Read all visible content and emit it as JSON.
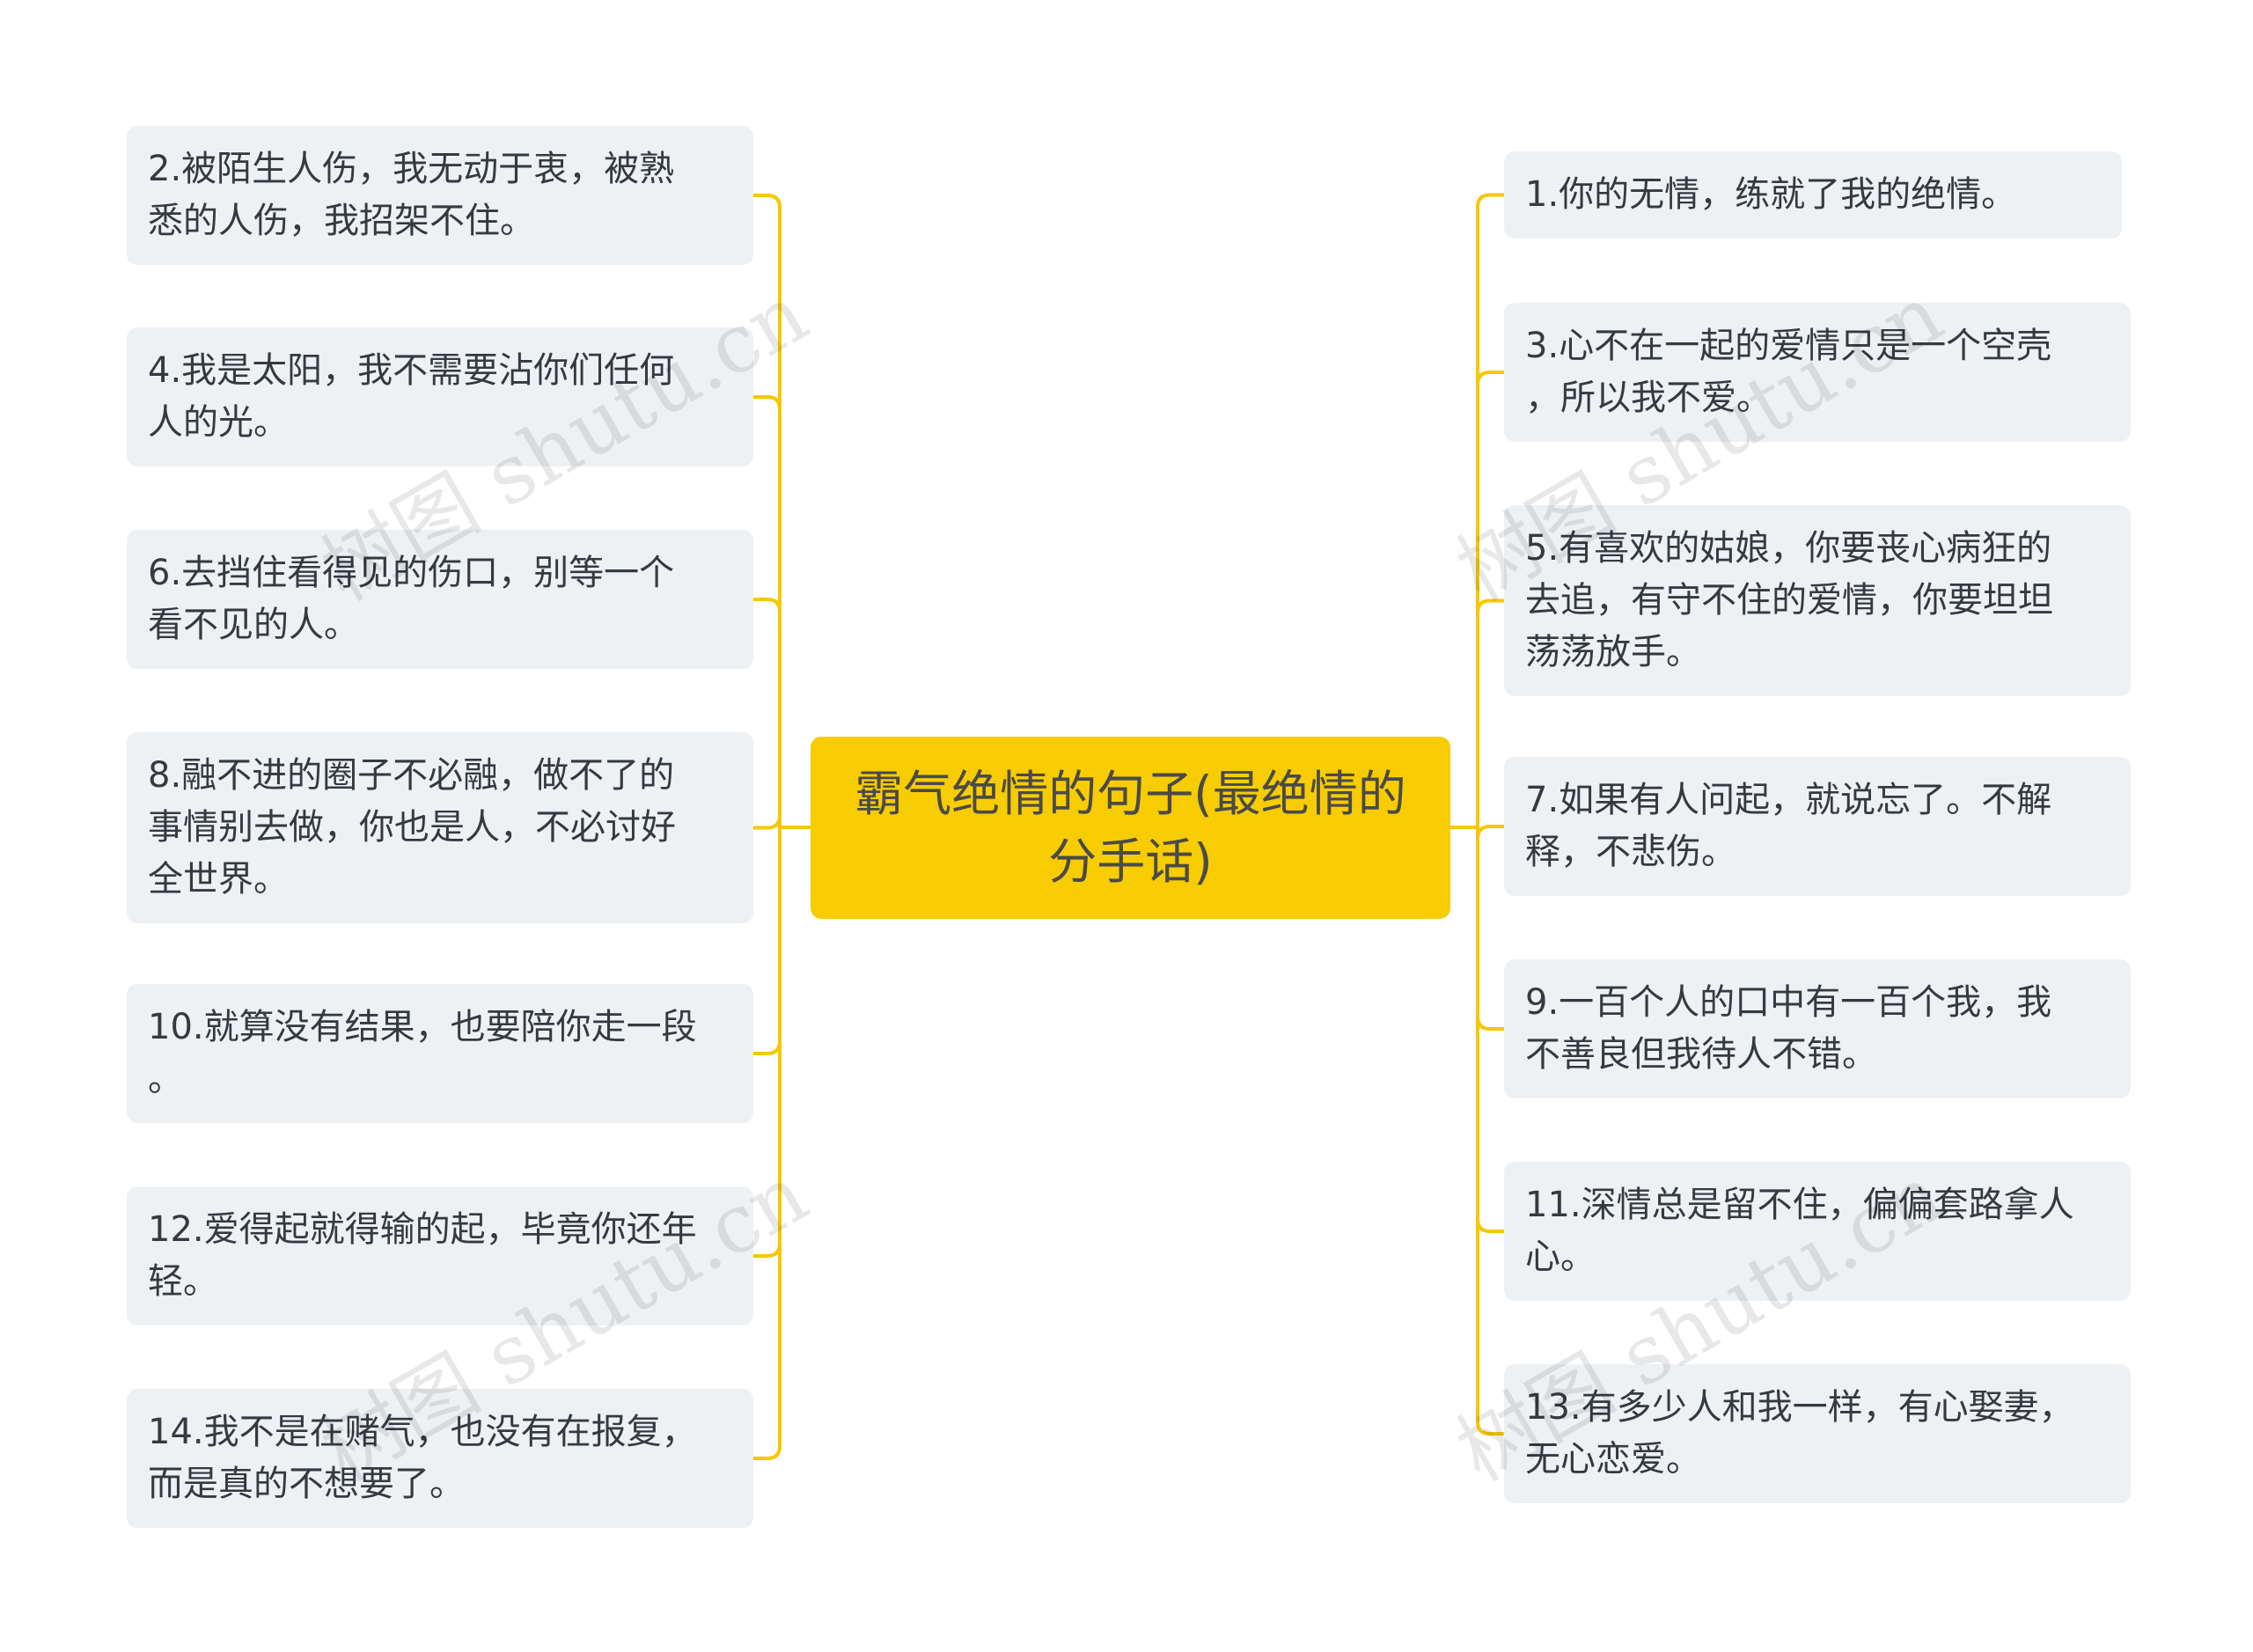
{
  "root": {
    "label": "霸气绝情的句子(最绝情的\n分手话)"
  },
  "left_nodes": [
    "2.被陌生人伤，我无动于衷，被熟\n悉的人伤，我招架不住。",
    "4.我是太阳，我不需要沾你们任何\n人的光。",
    "6.去挡住看得见的伤口，别等一个\n看不见的人。",
    "8.融不进的圈子不必融，做不了的\n事情别去做，你也是人，不必讨好\n全世界。",
    "10.就算没有结果，也要陪你走一段\n。",
    "12.爱得起就得输的起，毕竟你还年\n轻。",
    "14.我不是在赌气，也没有在报复，\n而是真的不想要了。"
  ],
  "right_nodes": [
    "1.你的无情，练就了我的绝情。",
    "3.心不在一起的爱情只是一个空壳\n，所以我不爱。",
    "5.有喜欢的姑娘，你要丧心病狂的\n去追，有守不住的爱情，你要坦坦\n荡荡放手。",
    "7.如果有人问起，就说忘了。不解\n释，不悲伤。",
    "9.一百个人的口中有一百个我，我\n不善良但我待人不错。",
    "11.深情总是留不住，偏偏套路拿人\n心。",
    "13.有多少人和我一样，有心娶妻，\n无心恋爱。"
  ],
  "watermark": "树图 shutu.cn",
  "colors": {
    "connector": "#f5c800",
    "root_fill": "#f7cc00",
    "node_fill": "#eef1f4"
  }
}
